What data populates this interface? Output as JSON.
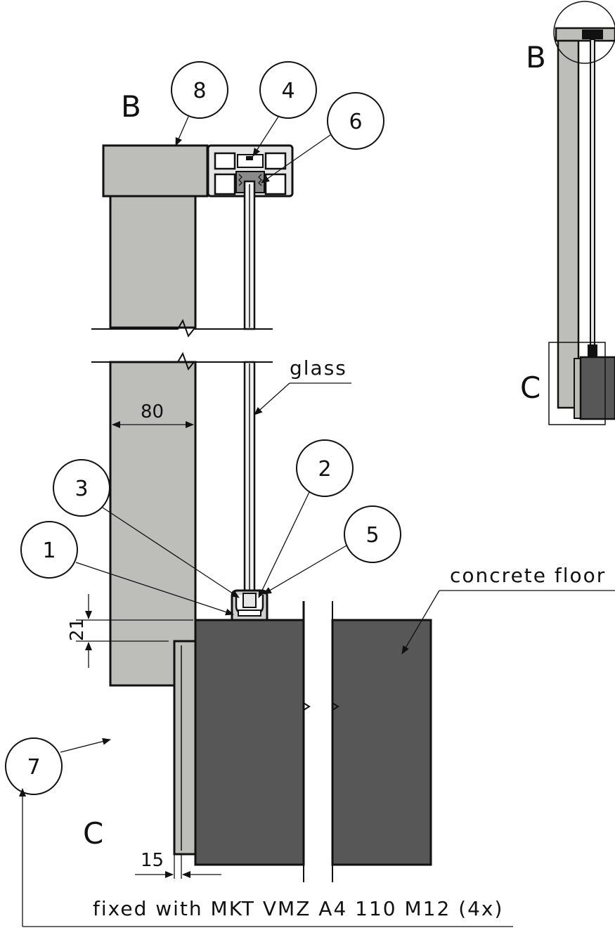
{
  "labels": {
    "section_b": "B",
    "section_c": "C",
    "inset_b": "B",
    "inset_c": "C",
    "glass": "glass",
    "concrete_floor": "concrete floor",
    "fixing_note": "fixed with MKT VMZ A4 110 M12 (4x)"
  },
  "dimensions": {
    "width_80": "80",
    "gap_21": "21",
    "gap_15": "15"
  },
  "callouts": [
    "1",
    "2",
    "3",
    "4",
    "5",
    "6",
    "7",
    "8"
  ],
  "colors": {
    "post": "#bdbdb9",
    "concrete": "#575757",
    "profile": "#e6e6e6",
    "line": "#111111"
  }
}
